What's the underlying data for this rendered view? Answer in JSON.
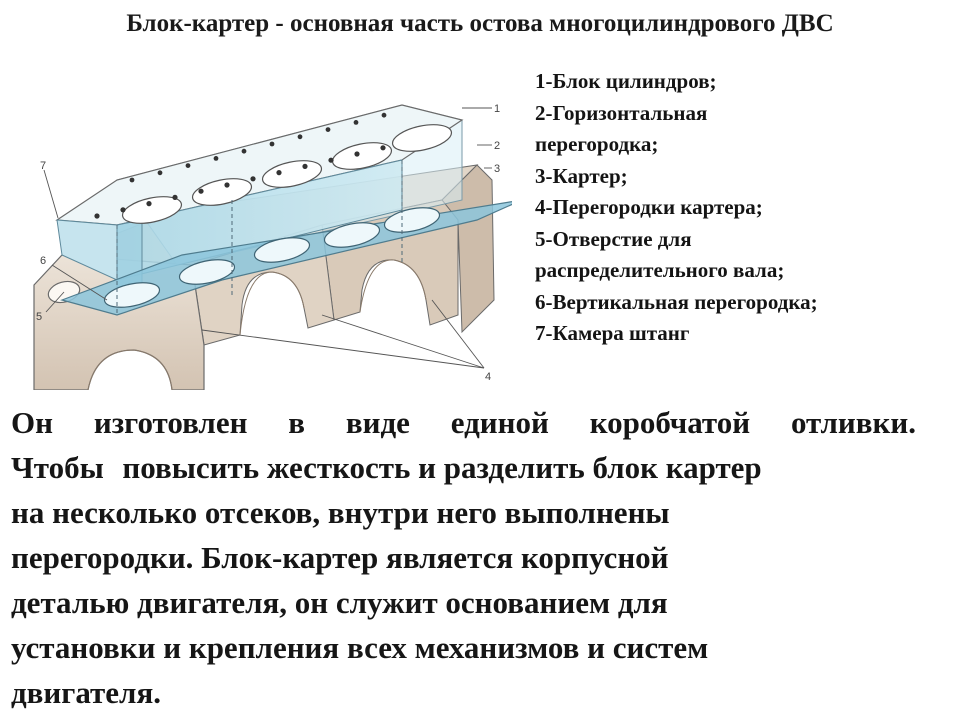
{
  "slide": {
    "title": "Блок-картер - основная часть остова многоцилиндрового ДВС"
  },
  "legend": {
    "items": [
      "1-Блок цилиндров;",
      "2-Горизонтальная",
      "перегородка;",
      "3-Картер;",
      "4-Перегородки картера;",
      "5-Отверстие для",
      "распределительного вала;",
      "6-Вертикальная перегородка;",
      "7-Камера штанг"
    ]
  },
  "figure": {
    "callouts": [
      "1",
      "2",
      "3",
      "4",
      "5",
      "6",
      "7"
    ],
    "colors": {
      "glass_light": "#bfe3ee",
      "glass_mid": "#9fd0e2",
      "glass_dark": "#7ab8d0",
      "casting_light": "#e9dfd4",
      "casting_mid": "#d8c8b8",
      "casting_dark": "#bba898",
      "line": "#6a6a6a"
    }
  },
  "paragraph": {
    "words_line1": [
      "Он",
      "изготовлен",
      "в",
      "виде",
      "единой",
      "коробчатой",
      "отливки."
    ],
    "line2_part1": "Чтобы",
    "line2_part2": "повысить жесткость и разделить блок картер",
    "line3": "на несколько отсеков, внутри него выполнены",
    "line4": "перегородки. Блок-картер является корпусной",
    "line5": "деталью двигателя, он служит основанием для",
    "line6": "установки и крепления всех механизмов и систем",
    "line7": "двигателя."
  }
}
